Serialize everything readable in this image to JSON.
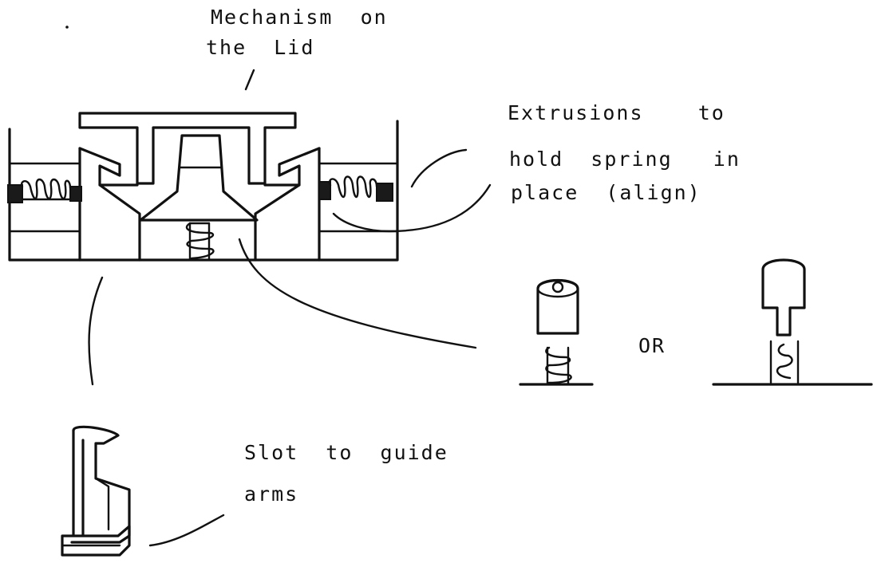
{
  "labels": {
    "lid_line1": "Mechanism  on",
    "lid_line2": "the  Lid",
    "extrusions_line1": "Extrusions    to",
    "extrusions_line2": "hold  spring   in",
    "extrusions_line3": "place  (align)",
    "or": "OR",
    "slot_line1": "Slot  to  guide",
    "slot_line2": "arms"
  },
  "colors": {
    "ink": "#111111",
    "paper": "#ffffff"
  }
}
